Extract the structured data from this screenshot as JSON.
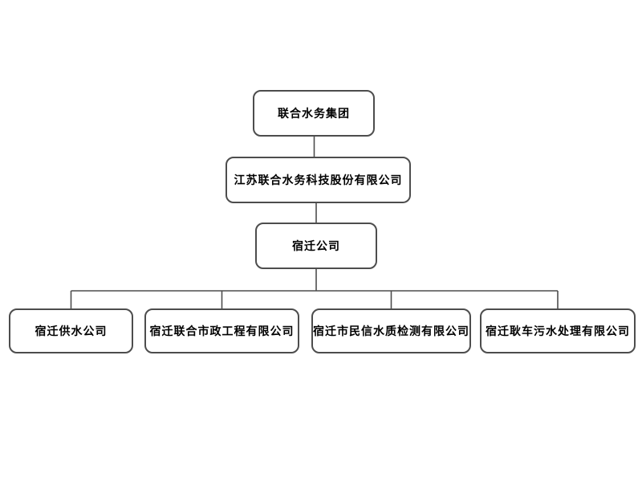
{
  "diagram": {
    "type": "org_chart",
    "background_color": "#ffffff",
    "box_border_color": "#4d4d4d",
    "connector_color": "#4d4d4d",
    "text_color": "#000000",
    "nodes": [
      {
        "label": "联合水务集团",
        "level": 1,
        "parent": null
      },
      {
        "label": "江苏联合水务科技股份有限公司",
        "level": 2,
        "parent": "联合水务集团"
      },
      {
        "label": "宿迁公司",
        "level": 3,
        "parent": "江苏联合水务科技股份有限公司"
      },
      {
        "label": "宿迁供水公司",
        "level": 4,
        "parent": "宿迁公司"
      },
      {
        "label": "宿迁联合市政工程有限公司",
        "level": 4,
        "parent": "宿迁公司"
      },
      {
        "label": "宿迁市民信水质检测有限公司",
        "level": 4,
        "parent": "宿迁公司"
      },
      {
        "label": "宿迁耿车污水处理有限公司",
        "level": 4,
        "parent": "宿迁公司"
      }
    ],
    "edges": [
      {
        "from": "联合水务集团",
        "to": "江苏联合水务科技股份有限公司"
      },
      {
        "from": "江苏联合水务科技股份有限公司",
        "to": "宿迁公司"
      },
      {
        "from": "宿迁公司",
        "to": "宿迁供水公司"
      },
      {
        "from": "宿迁公司",
        "to": "宿迁联合市政工程有限公司"
      },
      {
        "from": "宿迁公司",
        "to": "宿迁市民信水质检测有限公司"
      },
      {
        "from": "宿迁公司",
        "to": "宿迁耿车污水处理有限公司"
      }
    ]
  }
}
